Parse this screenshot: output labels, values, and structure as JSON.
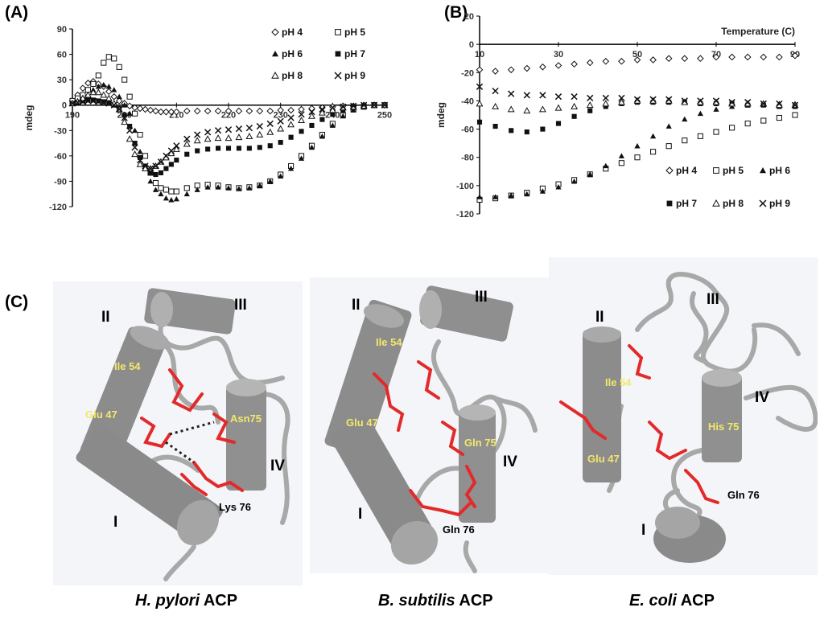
{
  "labels": {
    "a": "(A)",
    "b": "(B)",
    "c": "(C)"
  },
  "chart_data": [
    {
      "type": "scatter",
      "panel": "A",
      "ylabel": "mdeg",
      "xlabel": "",
      "xlim": [
        190,
        250
      ],
      "ylim": [
        -120,
        90
      ],
      "xticks": [
        "190",
        "200",
        "210",
        "220",
        "230",
        "240",
        "250"
      ],
      "yticks": [
        "90",
        "60",
        "30",
        "0",
        "-30",
        "-60",
        "-90",
        "-120"
      ],
      "legend": "top-right",
      "series": [
        {
          "name": "pH 4",
          "marker": "diamond",
          "x": [
            190,
            191,
            192,
            193,
            194,
            195,
            196,
            197,
            198,
            199,
            200,
            201,
            202,
            203,
            204,
            205,
            206,
            207,
            208,
            209,
            210,
            212,
            214,
            216,
            218,
            220,
            222,
            224,
            226,
            228,
            230,
            232,
            234,
            236,
            238,
            240,
            242,
            244,
            246,
            248,
            250
          ],
          "y": [
            5,
            12,
            20,
            26,
            28,
            25,
            22,
            16,
            10,
            5,
            2,
            -1,
            -3,
            -4,
            -5,
            -6,
            -7,
            -8,
            -8,
            -8,
            -8,
            -7,
            -7,
            -7,
            -7,
            -7,
            -7,
            -7,
            -7,
            -7,
            -6,
            -6,
            -5,
            -4,
            -3,
            -2,
            -1,
            -1,
            0,
            0,
            0
          ]
        },
        {
          "name": "pH 5",
          "marker": "square-open",
          "x": [
            190,
            191,
            192,
            193,
            194,
            195,
            196,
            197,
            198,
            199,
            200,
            201,
            202,
            203,
            204,
            205,
            206,
            207,
            208,
            209,
            210,
            212,
            214,
            216,
            218,
            220,
            222,
            224,
            226,
            228,
            230,
            232,
            234,
            236,
            238,
            240,
            242,
            244,
            246,
            248,
            250
          ],
          "y": [
            5,
            8,
            12,
            18,
            25,
            35,
            50,
            57,
            55,
            45,
            30,
            10,
            -10,
            -35,
            -60,
            -80,
            -92,
            -98,
            -100,
            -102,
            -102,
            -98,
            -95,
            -94,
            -95,
            -97,
            -98,
            -97,
            -95,
            -90,
            -82,
            -72,
            -60,
            -48,
            -35,
            -22,
            -12,
            -5,
            -2,
            0,
            0
          ]
        },
        {
          "name": "pH 6",
          "marker": "triangle-filled",
          "x": [
            190,
            191,
            192,
            193,
            194,
            195,
            196,
            197,
            198,
            199,
            200,
            201,
            202,
            203,
            204,
            205,
            206,
            207,
            208,
            209,
            210,
            212,
            214,
            216,
            218,
            220,
            222,
            224,
            226,
            228,
            230,
            232,
            234,
            236,
            238,
            240,
            242,
            244,
            246,
            248,
            250
          ],
          "y": [
            2,
            5,
            8,
            12,
            18,
            22,
            24,
            22,
            18,
            10,
            0,
            -10,
            -30,
            -55,
            -75,
            -90,
            -100,
            -105,
            -110,
            -112,
            -111,
            -105,
            -100,
            -97,
            -97,
            -98,
            -99,
            -98,
            -95,
            -90,
            -84,
            -75,
            -63,
            -50,
            -37,
            -24,
            -13,
            -6,
            -2,
            0,
            0
          ]
        },
        {
          "name": "pH 7",
          "marker": "square-filled",
          "x": [
            190,
            191,
            192,
            193,
            194,
            195,
            196,
            197,
            198,
            199,
            200,
            201,
            202,
            203,
            204,
            205,
            206,
            207,
            208,
            209,
            210,
            212,
            214,
            216,
            218,
            220,
            222,
            224,
            226,
            228,
            230,
            232,
            234,
            236,
            238,
            240,
            242,
            244,
            246,
            248,
            250
          ],
          "y": [
            2,
            3,
            5,
            6,
            6,
            5,
            4,
            2,
            0,
            -4,
            -12,
            -25,
            -45,
            -62,
            -72,
            -80,
            -82,
            -80,
            -75,
            -70,
            -65,
            -58,
            -54,
            -52,
            -51,
            -51,
            -51,
            -51,
            -50,
            -48,
            -44,
            -38,
            -31,
            -24,
            -17,
            -11,
            -6,
            -3,
            -1,
            0,
            0
          ]
        },
        {
          "name": "pH 8",
          "marker": "triangle-open",
          "x": [
            190,
            191,
            192,
            193,
            194,
            195,
            196,
            197,
            198,
            199,
            200,
            201,
            202,
            203,
            204,
            205,
            206,
            207,
            208,
            209,
            210,
            212,
            214,
            216,
            218,
            220,
            222,
            224,
            226,
            228,
            230,
            232,
            234,
            236,
            238,
            240,
            242,
            244,
            246,
            248,
            250
          ],
          "y": [
            2,
            4,
            8,
            12,
            15,
            15,
            12,
            8,
            2,
            -5,
            -20,
            -40,
            -58,
            -70,
            -75,
            -75,
            -72,
            -67,
            -62,
            -57,
            -52,
            -46,
            -42,
            -40,
            -39,
            -39,
            -38,
            -37,
            -35,
            -32,
            -28,
            -23,
            -18,
            -13,
            -9,
            -6,
            -3,
            -2,
            -1,
            0,
            0
          ]
        },
        {
          "name": "pH 9",
          "marker": "x",
          "x": [
            190,
            191,
            192,
            193,
            194,
            195,
            196,
            197,
            198,
            199,
            200,
            201,
            202,
            203,
            204,
            205,
            206,
            207,
            208,
            209,
            210,
            212,
            214,
            216,
            218,
            220,
            222,
            224,
            226,
            228,
            230,
            232,
            234,
            236,
            238,
            240,
            242,
            244,
            246,
            248,
            250
          ],
          "y": [
            2,
            3,
            4,
            5,
            5,
            4,
            3,
            2,
            0,
            -5,
            -15,
            -30,
            -50,
            -65,
            -72,
            -75,
            -72,
            -67,
            -60,
            -54,
            -48,
            -40,
            -35,
            -32,
            -30,
            -29,
            -28,
            -27,
            -25,
            -22,
            -19,
            -15,
            -11,
            -8,
            -5,
            -3,
            -2,
            -1,
            0,
            0,
            0
          ]
        }
      ]
    },
    {
      "type": "scatter",
      "panel": "B",
      "ylabel": "mdeg",
      "xlabel": "Temperature (C)",
      "xlim": [
        10,
        90
      ],
      "ylim": [
        -120,
        20
      ],
      "xticks": [
        "10",
        "30",
        "50",
        "70",
        "90"
      ],
      "yticks": [
        "20",
        "0",
        "-20",
        "-40",
        "-60",
        "-80",
        "-100",
        "-120"
      ],
      "legend": "bottom-right",
      "series": [
        {
          "name": "pH 4",
          "marker": "diamond",
          "x": [
            10,
            14,
            18,
            22,
            26,
            30,
            34,
            38,
            42,
            46,
            50,
            54,
            58,
            62,
            66,
            70,
            74,
            78,
            82,
            86,
            90
          ],
          "y": [
            -18,
            -19,
            -18,
            -17,
            -16,
            -15,
            -14,
            -13,
            -12,
            -12,
            -11,
            -11,
            -10,
            -10,
            -10,
            -9,
            -9,
            -9,
            -9,
            -9,
            -8
          ]
        },
        {
          "name": "pH 5",
          "marker": "square-open",
          "x": [
            10,
            14,
            18,
            22,
            26,
            30,
            34,
            38,
            42,
            46,
            50,
            54,
            58,
            62,
            66,
            70,
            74,
            78,
            82,
            86,
            90
          ],
          "y": [
            -110,
            -109,
            -107,
            -105,
            -102,
            -99,
            -96,
            -92,
            -88,
            -84,
            -80,
            -76,
            -72,
            -68,
            -65,
            -62,
            -59,
            -56,
            -54,
            -52,
            -50
          ]
        },
        {
          "name": "pH 6",
          "marker": "triangle-filled",
          "x": [
            10,
            14,
            18,
            22,
            26,
            30,
            34,
            38,
            42,
            46,
            50,
            54,
            58,
            62,
            66,
            70,
            74,
            78,
            82,
            86,
            90
          ],
          "y": [
            -108,
            -108,
            -107,
            -106,
            -104,
            -101,
            -97,
            -92,
            -86,
            -79,
            -72,
            -65,
            -58,
            -53,
            -49,
            -46,
            -44,
            -43,
            -42,
            -42,
            -42
          ]
        },
        {
          "name": "pH 7",
          "marker": "square-filled",
          "x": [
            10,
            14,
            18,
            22,
            26,
            30,
            34,
            38,
            42,
            46,
            50,
            54,
            58,
            62,
            66,
            70,
            74,
            78,
            82,
            86,
            90
          ],
          "y": [
            -55,
            -58,
            -61,
            -62,
            -60,
            -56,
            -51,
            -47,
            -44,
            -42,
            -41,
            -41,
            -41,
            -41,
            -42,
            -42,
            -42,
            -43,
            -43,
            -44,
            -44
          ]
        },
        {
          "name": "pH 8",
          "marker": "triangle-open",
          "x": [
            10,
            14,
            18,
            22,
            26,
            30,
            34,
            38,
            42,
            46,
            50,
            54,
            58,
            62,
            66,
            70,
            74,
            78,
            82,
            86,
            90
          ],
          "y": [
            -42,
            -44,
            -46,
            -47,
            -46,
            -45,
            -44,
            -43,
            -42,
            -41,
            -40,
            -40,
            -40,
            -41,
            -41,
            -41,
            -42,
            -42,
            -42,
            -43,
            -43
          ]
        },
        {
          "name": "pH 9",
          "marker": "x",
          "x": [
            10,
            14,
            18,
            22,
            26,
            30,
            34,
            38,
            42,
            46,
            50,
            54,
            58,
            62,
            66,
            70,
            74,
            78,
            82,
            86,
            90
          ],
          "y": [
            -30,
            -33,
            -35,
            -36,
            -36,
            -37,
            -37,
            -38,
            -38,
            -38,
            -39,
            -39,
            -39,
            -40,
            -40,
            -40,
            -41,
            -41,
            -42,
            -42,
            -43
          ]
        }
      ]
    }
  ],
  "structures": [
    {
      "caption_italic": "H. pylori",
      "caption_rest": " ACP",
      "helices": [
        "I",
        "II",
        "III",
        "IV"
      ],
      "residues_yellow": [
        "Ile 54",
        "Glu 47",
        "Asn75"
      ],
      "residues_black": [
        "Lys 76"
      ]
    },
    {
      "caption_italic": "B. subtilis",
      "caption_rest": " ACP",
      "helices": [
        "I",
        "II",
        "III",
        "IV"
      ],
      "residues_yellow": [
        "Ile 54",
        "Glu 47",
        "Gln 75"
      ],
      "residues_black": [
        "Gln 76"
      ]
    },
    {
      "caption_italic": "E. coli",
      "caption_rest": " ACP",
      "helices": [
        "I",
        "II",
        "III",
        "IV"
      ],
      "residues_yellow": [
        "Ile  54",
        "Glu 47",
        "His 75"
      ],
      "residues_black": [
        "Gln 76"
      ]
    }
  ]
}
